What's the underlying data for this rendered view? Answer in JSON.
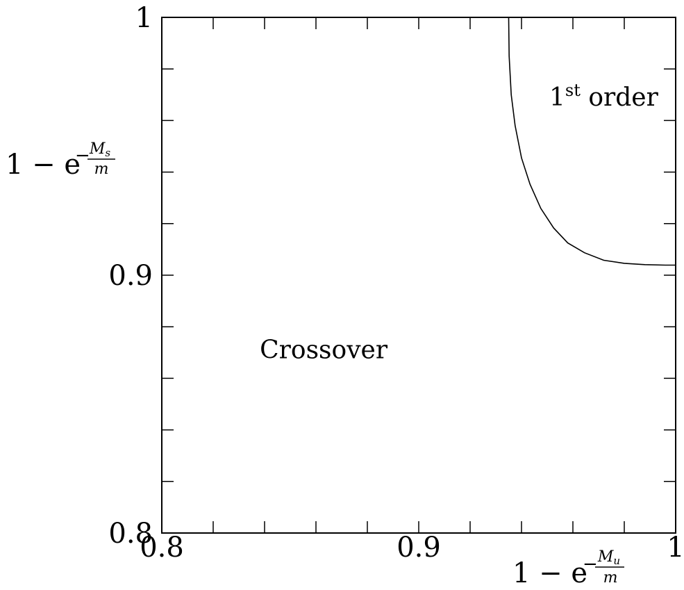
{
  "chart_data": {
    "type": "line",
    "title": "",
    "xlabel": {
      "prefix": "1 − e",
      "exp_num_base": "M",
      "exp_num_sub": "u",
      "exp_den": "m"
    },
    "ylabel": {
      "prefix": "1 − e",
      "exp_num_base": "M",
      "exp_num_sub": "s",
      "exp_den": "m"
    },
    "xlim": [
      0.8,
      1.0
    ],
    "ylim": [
      0.8,
      1.0
    ],
    "x_ticks": [
      {
        "value": 0.8,
        "label": "0.8"
      },
      {
        "value": 0.9,
        "label": "0.9"
      },
      {
        "value": 1.0,
        "label": "1"
      }
    ],
    "y_ticks": [
      {
        "value": 0.8,
        "label": "0.8"
      },
      {
        "value": 0.9,
        "label": "0.9"
      },
      {
        "value": 1.0,
        "label": "1"
      }
    ],
    "minor_tick_step": 0.02,
    "grid": false,
    "series": [
      {
        "x": [
          0.935,
          0.9352,
          0.936,
          0.9375,
          0.94,
          0.9433,
          0.9475,
          0.9525,
          0.958,
          0.9645,
          0.972,
          0.98,
          0.988,
          0.996,
          1.0
        ],
        "y": [
          1.0,
          0.985,
          0.97,
          0.958,
          0.9455,
          0.9353,
          0.9259,
          0.9183,
          0.9125,
          0.9087,
          0.9058,
          0.9046,
          0.9041,
          0.9039,
          0.9039
        ]
      }
    ],
    "annotations": [
      {
        "id": "first-order",
        "base": "1",
        "sup": "st",
        "rest": " order",
        "x": 0.972,
        "y": 0.969
      },
      {
        "id": "crossover",
        "text": "Crossover",
        "x": 0.863,
        "y": 0.871
      }
    ]
  }
}
